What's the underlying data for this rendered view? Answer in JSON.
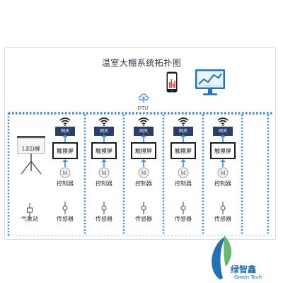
{
  "diagram": {
    "title": "温室大棚系统拓扑图",
    "dtu_label": "DTU",
    "led_label": "LED屏",
    "station_label": "气象站",
    "columns": [
      {
        "gateway_label": "网关",
        "screen_label": "触摸屏",
        "controller_label": "控制器",
        "sensor_label": "传感器"
      },
      {
        "gateway_label": "网关",
        "screen_label": "触摸屏",
        "controller_label": "控制器",
        "sensor_label": "传感器"
      },
      {
        "gateway_label": "网关",
        "screen_label": "触摸屏",
        "controller_label": "控制器",
        "sensor_label": "传感器"
      },
      {
        "gateway_label": "网关",
        "screen_label": "触摸屏",
        "controller_label": "控制器",
        "sensor_label": "传感器"
      },
      {
        "gateway_label": "网关",
        "screen_label": "触摸屏",
        "controller_label": "控制器",
        "sensor_label": "传感器"
      }
    ]
  },
  "logo": {
    "name_cn": "绿智鑫",
    "name_en": "Green Tech"
  },
  "colors": {
    "dotted_bus": "#3a8fd8",
    "arrow": "#3a8fd8",
    "gateway": "#2a3e6b",
    "chart_red": "#d9363e",
    "monitor": "#1e74c8",
    "logo_blue": "#1f73b5",
    "logo_green": "#66b86a"
  }
}
